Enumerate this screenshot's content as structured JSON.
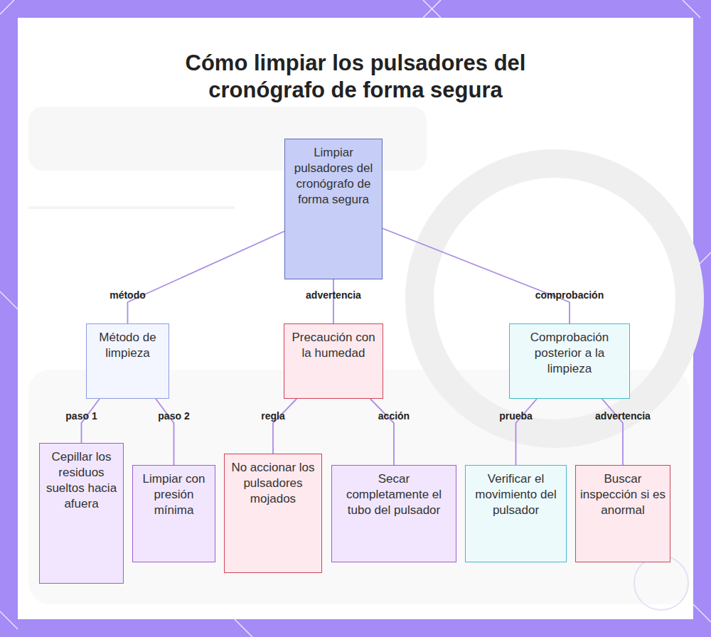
{
  "diagram": {
    "title": "Cómo limpiar los pulsadores del cronógrafo de forma segura",
    "nodes": [
      {
        "text": [
          "Limpiar pulsadores del cronógrafo de forma segura"
        ]
      },
      {
        "text": [
          "Método de limpieza"
        ]
      },
      {
        "text": [
          "Precaución con la humedad"
        ]
      },
      {
        "text": [
          "Comprobación posterior a la limpieza"
        ]
      },
      {
        "text": [
          "Cepillar los residuos sueltos hacia afuera"
        ]
      },
      {
        "text": [
          "Limpiar con presión mínima"
        ]
      },
      {
        "text": [
          "No accionar los pulsadores mojados"
        ]
      },
      {
        "text": [
          "Secar completamente el tubo del pulsador"
        ]
      },
      {
        "text": [
          "Verificar el movimiento del pulsador"
        ]
      },
      {
        "text": [
          "Buscar inspección si es anormal"
        ]
      }
    ],
    "edges": [
      {
        "from": 0,
        "to": 1,
        "label": "método",
        "arrow": "none"
      },
      {
        "from": 0,
        "to": 2,
        "label": "advertencia",
        "arrow": "none"
      },
      {
        "from": 0,
        "to": 3,
        "label": "comprobación",
        "arrow": "none"
      },
      {
        "from": 1,
        "to": 4,
        "label": "paso 1",
        "arrow": "none"
      },
      {
        "from": 1,
        "to": 5,
        "label": "paso 2",
        "arrow": "none"
      },
      {
        "from": 2,
        "to": 6,
        "label": "regla",
        "arrow": "none"
      },
      {
        "from": 2,
        "to": 7,
        "label": "acción",
        "arrow": "none"
      },
      {
        "from": 3,
        "to": 8,
        "label": "prueba",
        "arrow": "none"
      },
      {
        "from": 3,
        "to": 9,
        "label": "advertencia",
        "arrow": "none"
      }
    ]
  }
}
